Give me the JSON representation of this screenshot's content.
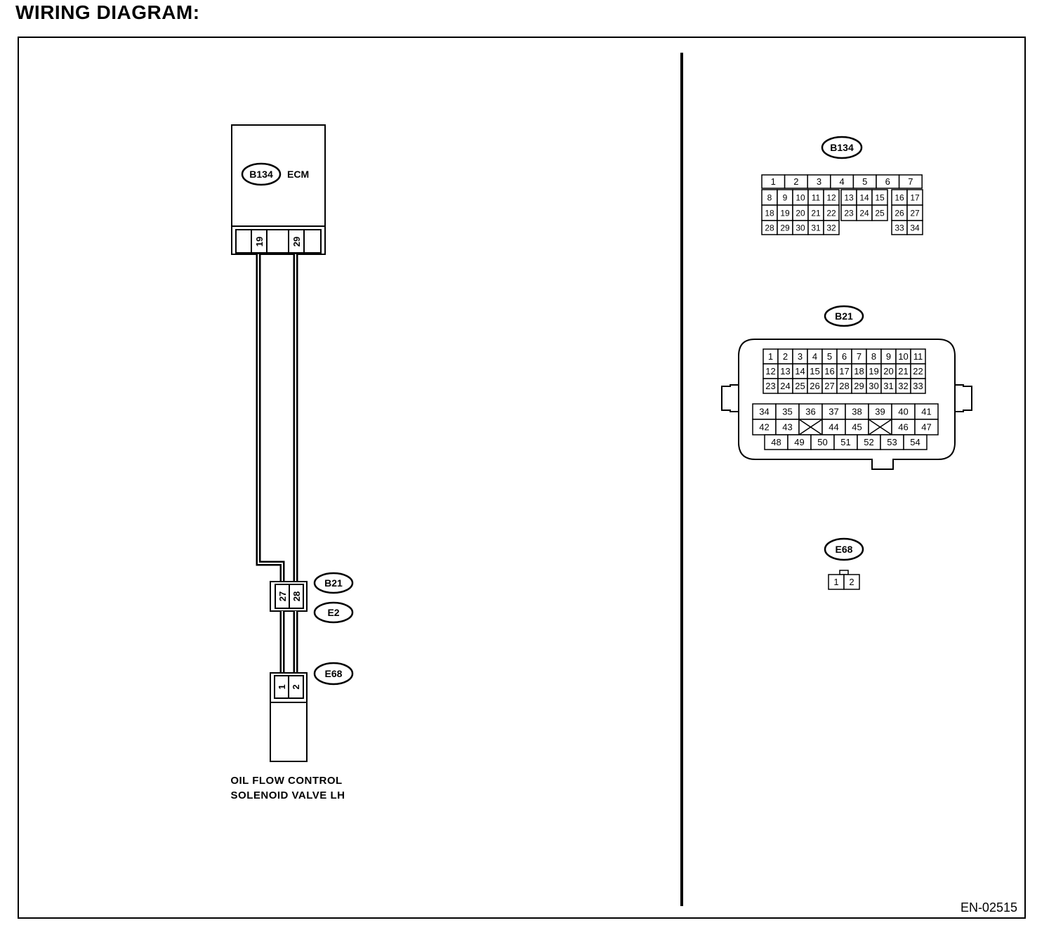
{
  "page": {
    "title": "WIRING DIAGRAM:",
    "figure_code": "EN-02515"
  },
  "ecm": {
    "connector_id": "B134",
    "label": "ECM",
    "pins": [
      "19",
      "29"
    ]
  },
  "junction": {
    "connector_top": "B21",
    "connector_bottom": "E2",
    "pins": [
      "27",
      "28"
    ]
  },
  "solenoid": {
    "connector_id": "E68",
    "pins": [
      "1",
      "2"
    ],
    "label_line1": "OIL FLOW CONTROL",
    "label_line2": "SOLENOID VALVE LH"
  },
  "b134_view": {
    "id": "B134",
    "row1": [
      "1",
      "2",
      "3",
      "4",
      "5",
      "6",
      "7"
    ],
    "row2": [
      "8",
      "9",
      "10",
      "11",
      "12",
      "13",
      "14",
      "15",
      "16",
      "17"
    ],
    "row3": [
      "18",
      "19",
      "20",
      "21",
      "22",
      "23",
      "24",
      "25",
      "26",
      "27"
    ],
    "row4a": [
      "28",
      "29",
      "30",
      "31",
      "32"
    ],
    "row4b": [
      "33",
      "34"
    ]
  },
  "b21_view": {
    "id": "B21",
    "row1": [
      "1",
      "2",
      "3",
      "4",
      "5",
      "6",
      "7",
      "8",
      "9",
      "10",
      "11"
    ],
    "row2": [
      "12",
      "13",
      "14",
      "15",
      "16",
      "17",
      "18",
      "19",
      "20",
      "21",
      "22"
    ],
    "row3": [
      "23",
      "24",
      "25",
      "26",
      "27",
      "28",
      "29",
      "30",
      "31",
      "32",
      "33"
    ],
    "row4": [
      "34",
      "35",
      "36",
      "37",
      "38",
      "39",
      "40",
      "41"
    ],
    "row5": [
      "42",
      "43",
      "",
      "44",
      "45",
      "",
      "46",
      "47"
    ],
    "row6": [
      "48",
      "49",
      "50",
      "51",
      "52",
      "53",
      "54"
    ]
  },
  "e68_view": {
    "id": "E68",
    "pins": [
      "1",
      "2"
    ]
  }
}
